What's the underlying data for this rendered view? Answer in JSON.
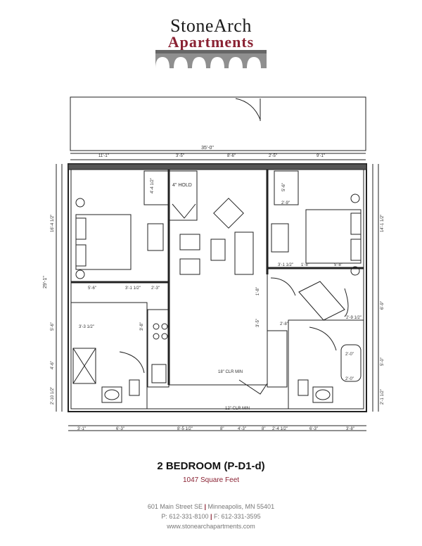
{
  "logo": {
    "line1": "StoneArch",
    "line2": "Apartments"
  },
  "plan": {
    "labels": {
      "total_width": "35'-0\"",
      "top_seg1": "11'-1\"",
      "top_seg2": "3'-5\"",
      "top_seg3": "8'-6\"",
      "top_seg4": "2'-5\"",
      "top_seg5": "9'-1\"",
      "hold": "4\" HOLD",
      "left_total": "29'-1\"",
      "left_upper": "16'-4 1/2\"",
      "left_mid": "5'-6\"",
      "left_low": "4'-6\"",
      "left_bot": "2'-10 1/2\"",
      "right_upper": "14'-1 1/2\"",
      "right_mid": "6'-9\"",
      "right_low": "5'-0\"",
      "right_bot": "2'-1 1/2\"",
      "r1": "4'-4 1/2\"",
      "r2": "5'-6\"",
      "r3": "2'-9\"",
      "m1": "5'-6\"",
      "m2": "3'-1 1/2\"",
      "m3": "2'-3\"",
      "m4": "3'-1 1/2\"",
      "m5": "1'-8\"",
      "m6": "5'-8\"",
      "m7": "3'-3 1/2\"",
      "m8": "3'-8\"",
      "m9": "2'-8\"",
      "m10": "3'-5\"",
      "m11": "2'-9 1/2\"",
      "m12": "2'-0\"",
      "m13": "2'-0\"",
      "m14": "1'-8\"",
      "clr1": "18\" CLR MIN",
      "clr2": "12\" CLR MIN",
      "bot1": "3'-1\"",
      "bot2": "6'-3\"",
      "bot3": "8'-5 1/2\"",
      "bot4": "8\"",
      "bot5": "4'-3\"",
      "bot6": "8\"",
      "bot7": "2'-4 1/2\"",
      "bot8": "6'-3\"",
      "bot9": "3'-8\""
    }
  },
  "title": "2 BEDROOM (P-D1-d)",
  "sqft": "1047 Square Feet",
  "address": {
    "street": "601 Main Street SE",
    "city": "Minneapolis, MN 55401",
    "phone": "P: 612-331-8100",
    "fax": "F: 612-331-3595",
    "web": "www.stonearchapartments.com"
  }
}
